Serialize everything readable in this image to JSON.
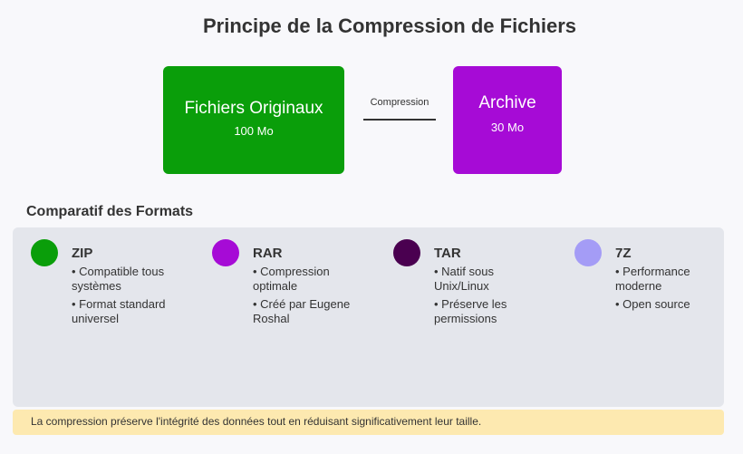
{
  "title": "Principe de la Compression de Fichiers",
  "flow": {
    "original": {
      "label": "Fichiers Originaux",
      "size": "100 Mo",
      "color": "#0a9e0a"
    },
    "arrow_label": "Compression",
    "archive": {
      "label": "Archive",
      "size": "30 Mo",
      "color": "#a60bd6"
    }
  },
  "comparison": {
    "title": "Comparatif des Formats",
    "formats": [
      {
        "name": "ZIP",
        "color": "#0a9e0a",
        "features": [
          "• Compatible tous systèmes",
          "• Format standard universel"
        ]
      },
      {
        "name": "RAR",
        "color": "#a60bd6",
        "features": [
          "• Compression optimale",
          "• Créé par Eugene Roshal"
        ]
      },
      {
        "name": "TAR",
        "color": "#4a0050",
        "features": [
          "• Natif sous Unix/Linux",
          "• Préserve les permissions"
        ]
      },
      {
        "name": "7Z",
        "color": "#a49cf6",
        "features": [
          "• Performance moderne",
          "• Open source"
        ]
      }
    ]
  },
  "note": "La compression préserve l'intégrité des données tout en réduisant significativement leur taille."
}
